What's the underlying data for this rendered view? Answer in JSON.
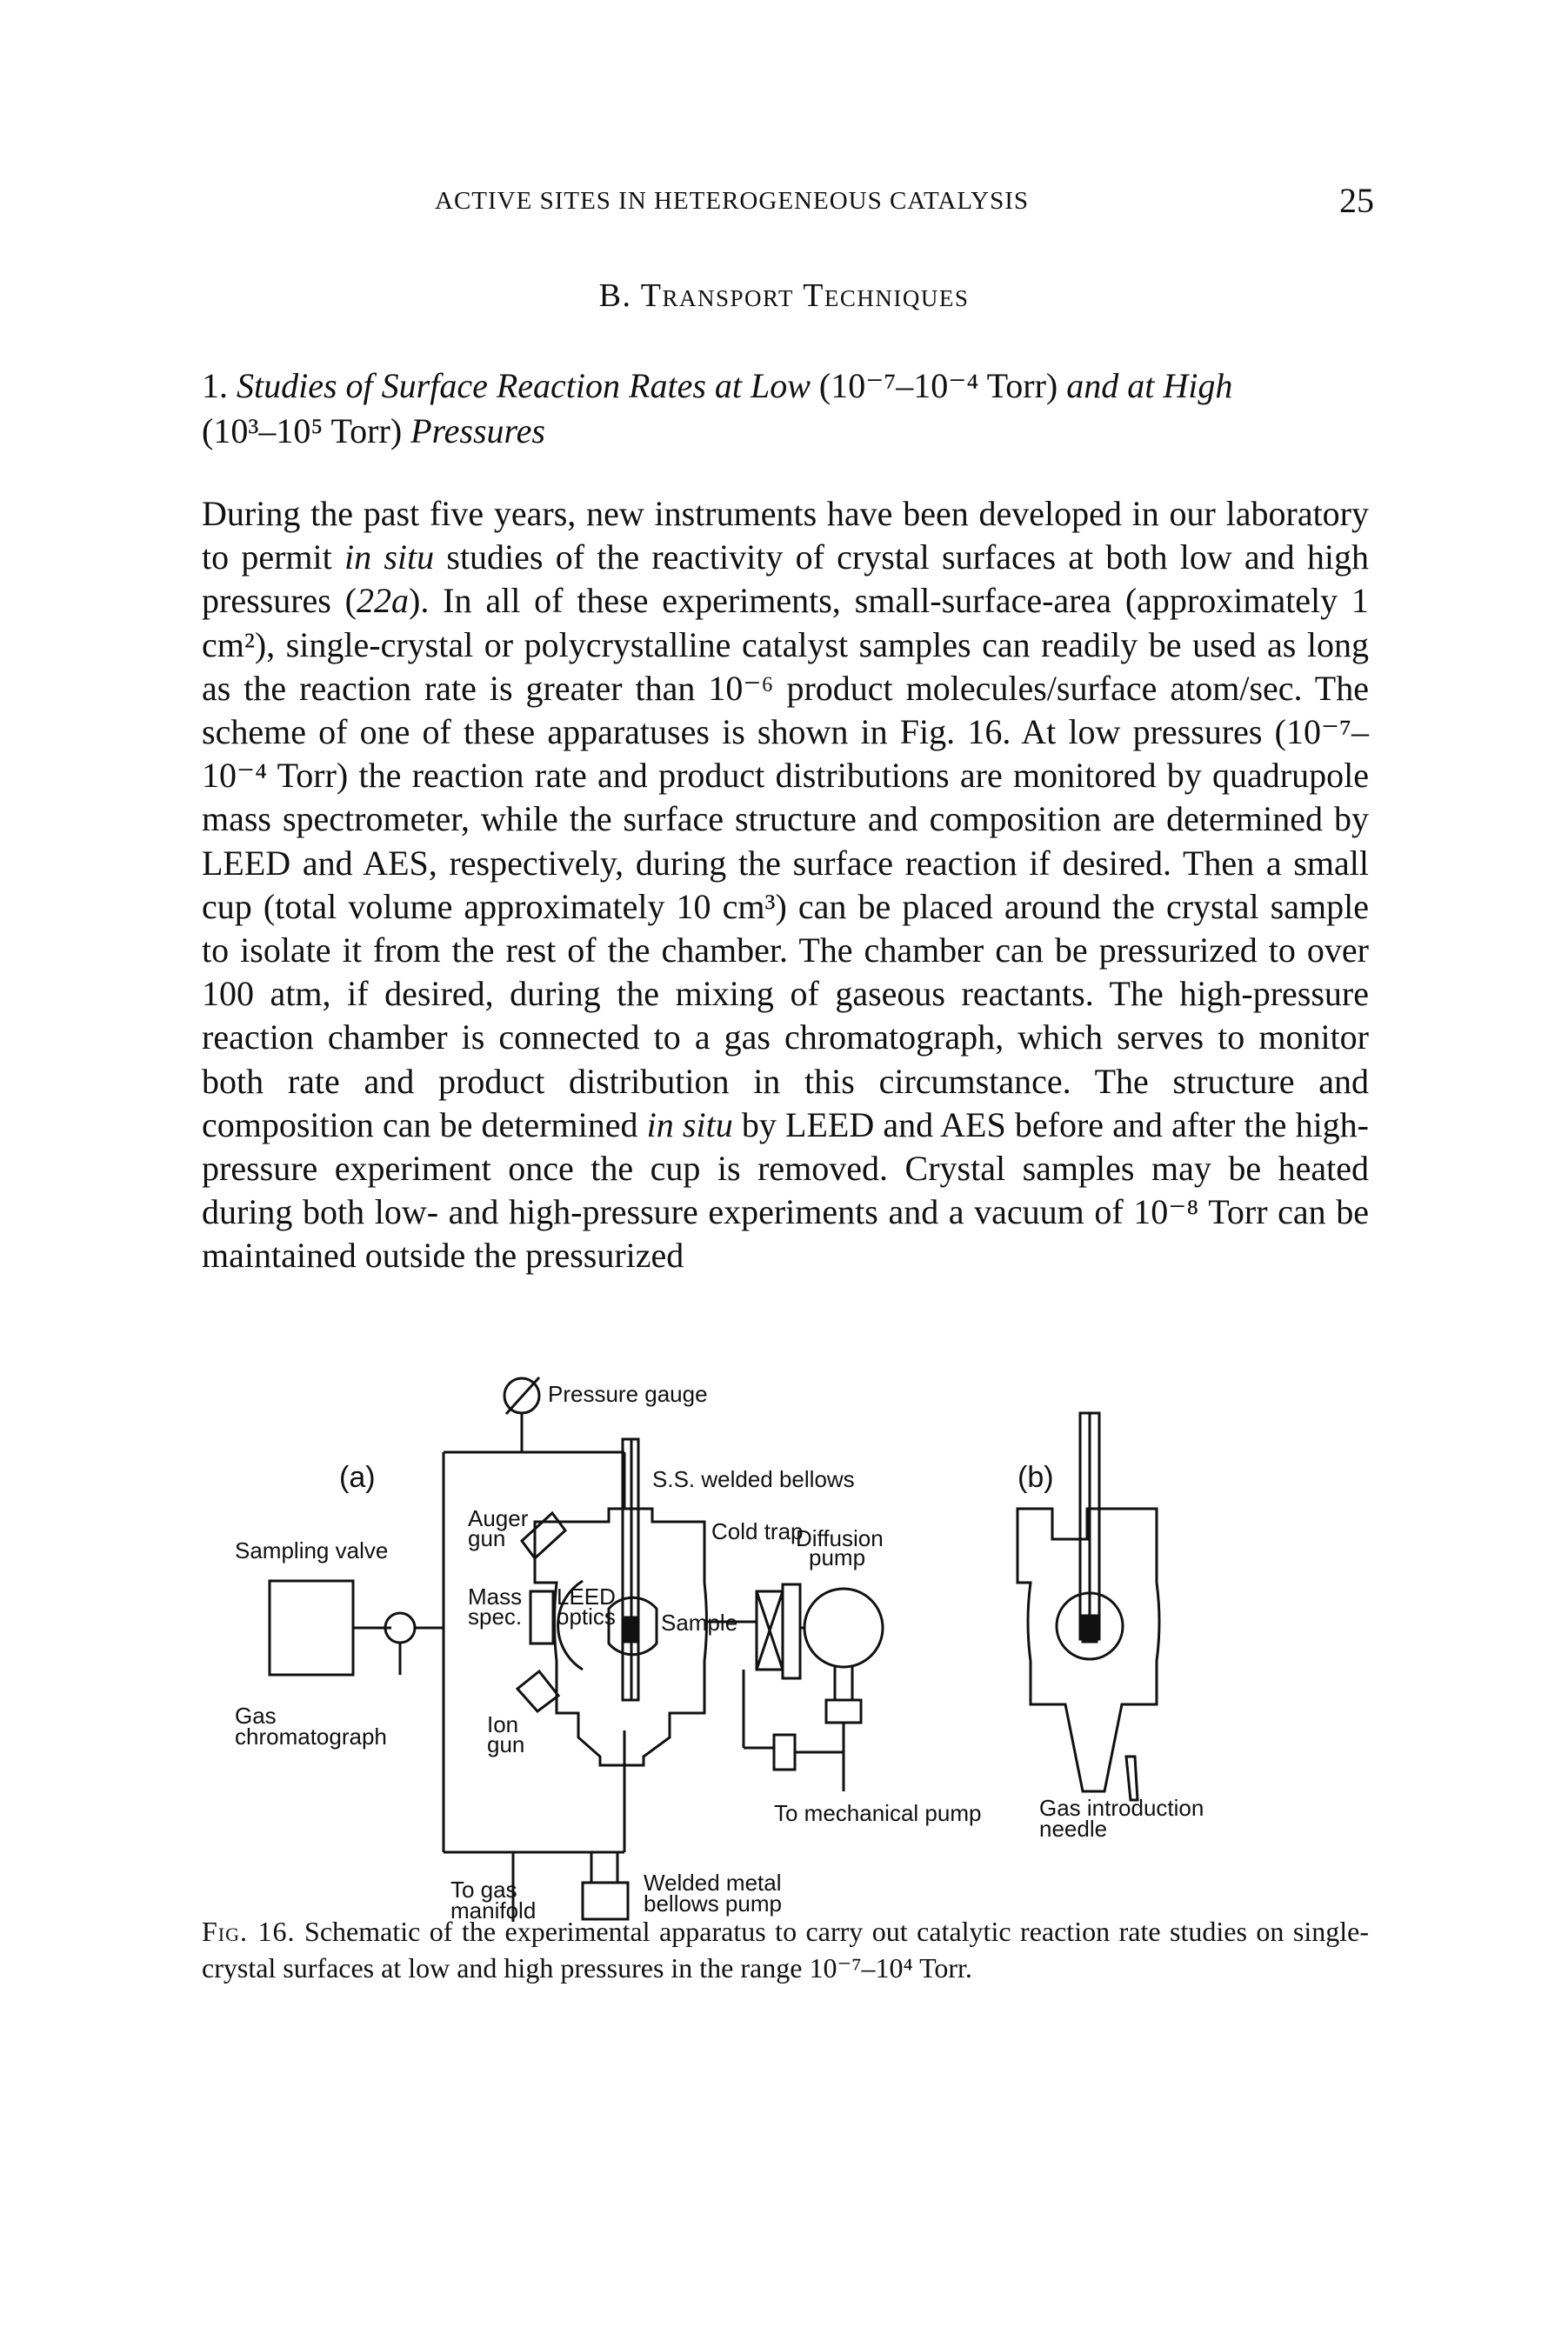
{
  "running_head": {
    "title": "ACTIVE SITES IN HETEROGENEOUS CATALYSIS",
    "page_number": "25"
  },
  "section": {
    "heading": "B. Transport Techniques"
  },
  "subsection": {
    "number": "1.",
    "title_a": "Studies of Surface Reaction Rates at Low",
    "range_low": "(10⁻⁷–10⁻⁴ Torr)",
    "title_b": "and at High",
    "range_high": "(10³–10⁵ Torr)",
    "title_c": "Pressures"
  },
  "body": {
    "p1": "During the past five years, new instruments have been developed in our laboratory to permit",
    "p2_italic": "in situ",
    "p3": "studies of the reactivity of crystal surfaces at both low and high pressures (",
    "p4_italic": "22a",
    "p5": "). In all of these experiments, small-surface-area (approximately 1 cm²), single-crystal or polycrystalline catalyst samples can readily be used as long as the reaction rate is greater than 10⁻⁶ product molecules/surface atom/sec. The scheme of one of these apparatuses is shown in Fig. 16. At low pressures (10⁻⁷–10⁻⁴ Torr) the reaction rate and product distributions are monitored by quadrupole mass spectrometer, while the surface structure and composition are determined by LEED and AES, respectively, during the surface reaction if desired. Then a small cup (total volume approximately 10 cm³) can be placed around the crystal sample to isolate it from the rest of the chamber. The chamber can be pressurized to over 100 atm, if desired, during the mixing of gaseous reactants. The high-pressure reaction chamber is connected to a gas chromatograph, which serves to monitor both rate and product distribution in this circumstance. The structure and composition can be determined",
    "p6_italic": "in situ",
    "p7": "by LEED and AES before and after the high-pressure experiment once the cup is removed. Crystal samples may be heated during both low- and high-pressure experiments and a vacuum of 10⁻⁸ Torr can be maintained outside the pressurized"
  },
  "figure": {
    "panel_a": "(a)",
    "panel_b": "(b)",
    "labels": {
      "pressure_gauge": "Pressure gauge",
      "ss_bellows": "S.S. welded bellows",
      "sampling_valve": "Sampling valve",
      "auger_gun_1": "Auger",
      "auger_gun_2": "gun",
      "cold_trap": "Cold trap",
      "diffusion_pump_1": "Diffusion",
      "diffusion_pump_2": "pump",
      "mass_spec_1": "Mass",
      "mass_spec_2": "spec.",
      "leed_1": "LEED",
      "leed_2": "optics",
      "sample": "Sample",
      "gas_chrom_1": "Gas",
      "gas_chrom_2": "chromatograph",
      "ion_gun_1": "Ion",
      "ion_gun_2": "gun",
      "mech_pump": "To mechanical pump",
      "gas_needle_1": "Gas introduction",
      "gas_needle_2": "needle",
      "to_gas_1": "To gas",
      "to_gas_2": "manifold",
      "bellows_pump_1": "Welded metal",
      "bellows_pump_2": "bellows pump"
    }
  },
  "caption": {
    "label": "Fig. 16.",
    "text": "Schematic of the experimental apparatus to carry out catalytic reaction rate studies on single-crystal surfaces at low and high pressures in the range 10⁻⁷–10⁴ Torr."
  }
}
